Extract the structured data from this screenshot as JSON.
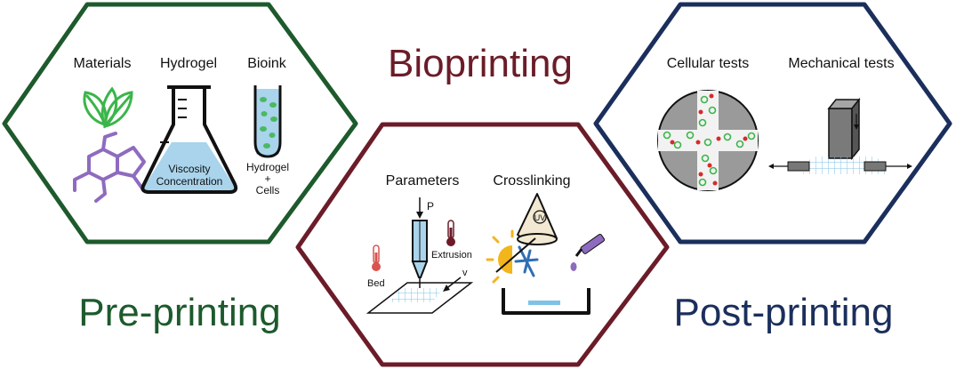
{
  "title": "Bioprinting",
  "stages": {
    "pre": {
      "name": "Pre-printing",
      "color": "#1d5a2c",
      "columns": [
        "Materials",
        "Hydrogel",
        "Bioink"
      ],
      "flask_text": [
        "Viscosity",
        "Concentration"
      ],
      "tube_text": [
        "Hydrogel",
        "+",
        "Cells"
      ]
    },
    "printing": {
      "color": "#6b1c28",
      "columns": [
        "Parameters",
        "Crosslinking"
      ],
      "labels": {
        "pressure": "P",
        "extrusion": "Extrusion",
        "bed": "Bed",
        "velocity": "v",
        "uv": "UV"
      }
    },
    "post": {
      "name": "Post-printing",
      "color": "#1b2f5c",
      "columns": [
        "Cellular tests",
        "Mechanical tests"
      ]
    }
  },
  "colors": {
    "title": "#6b1c28",
    "leaf": "#3bb54a",
    "molecule": "#8e6bbf",
    "gel": "#a9d4ec",
    "cells_green": "#3bb54a",
    "cells_red": "#d62b2b",
    "thermometer": "#d9534f",
    "sun": "#f2b51c",
    "snow": "#2d6fb5"
  }
}
